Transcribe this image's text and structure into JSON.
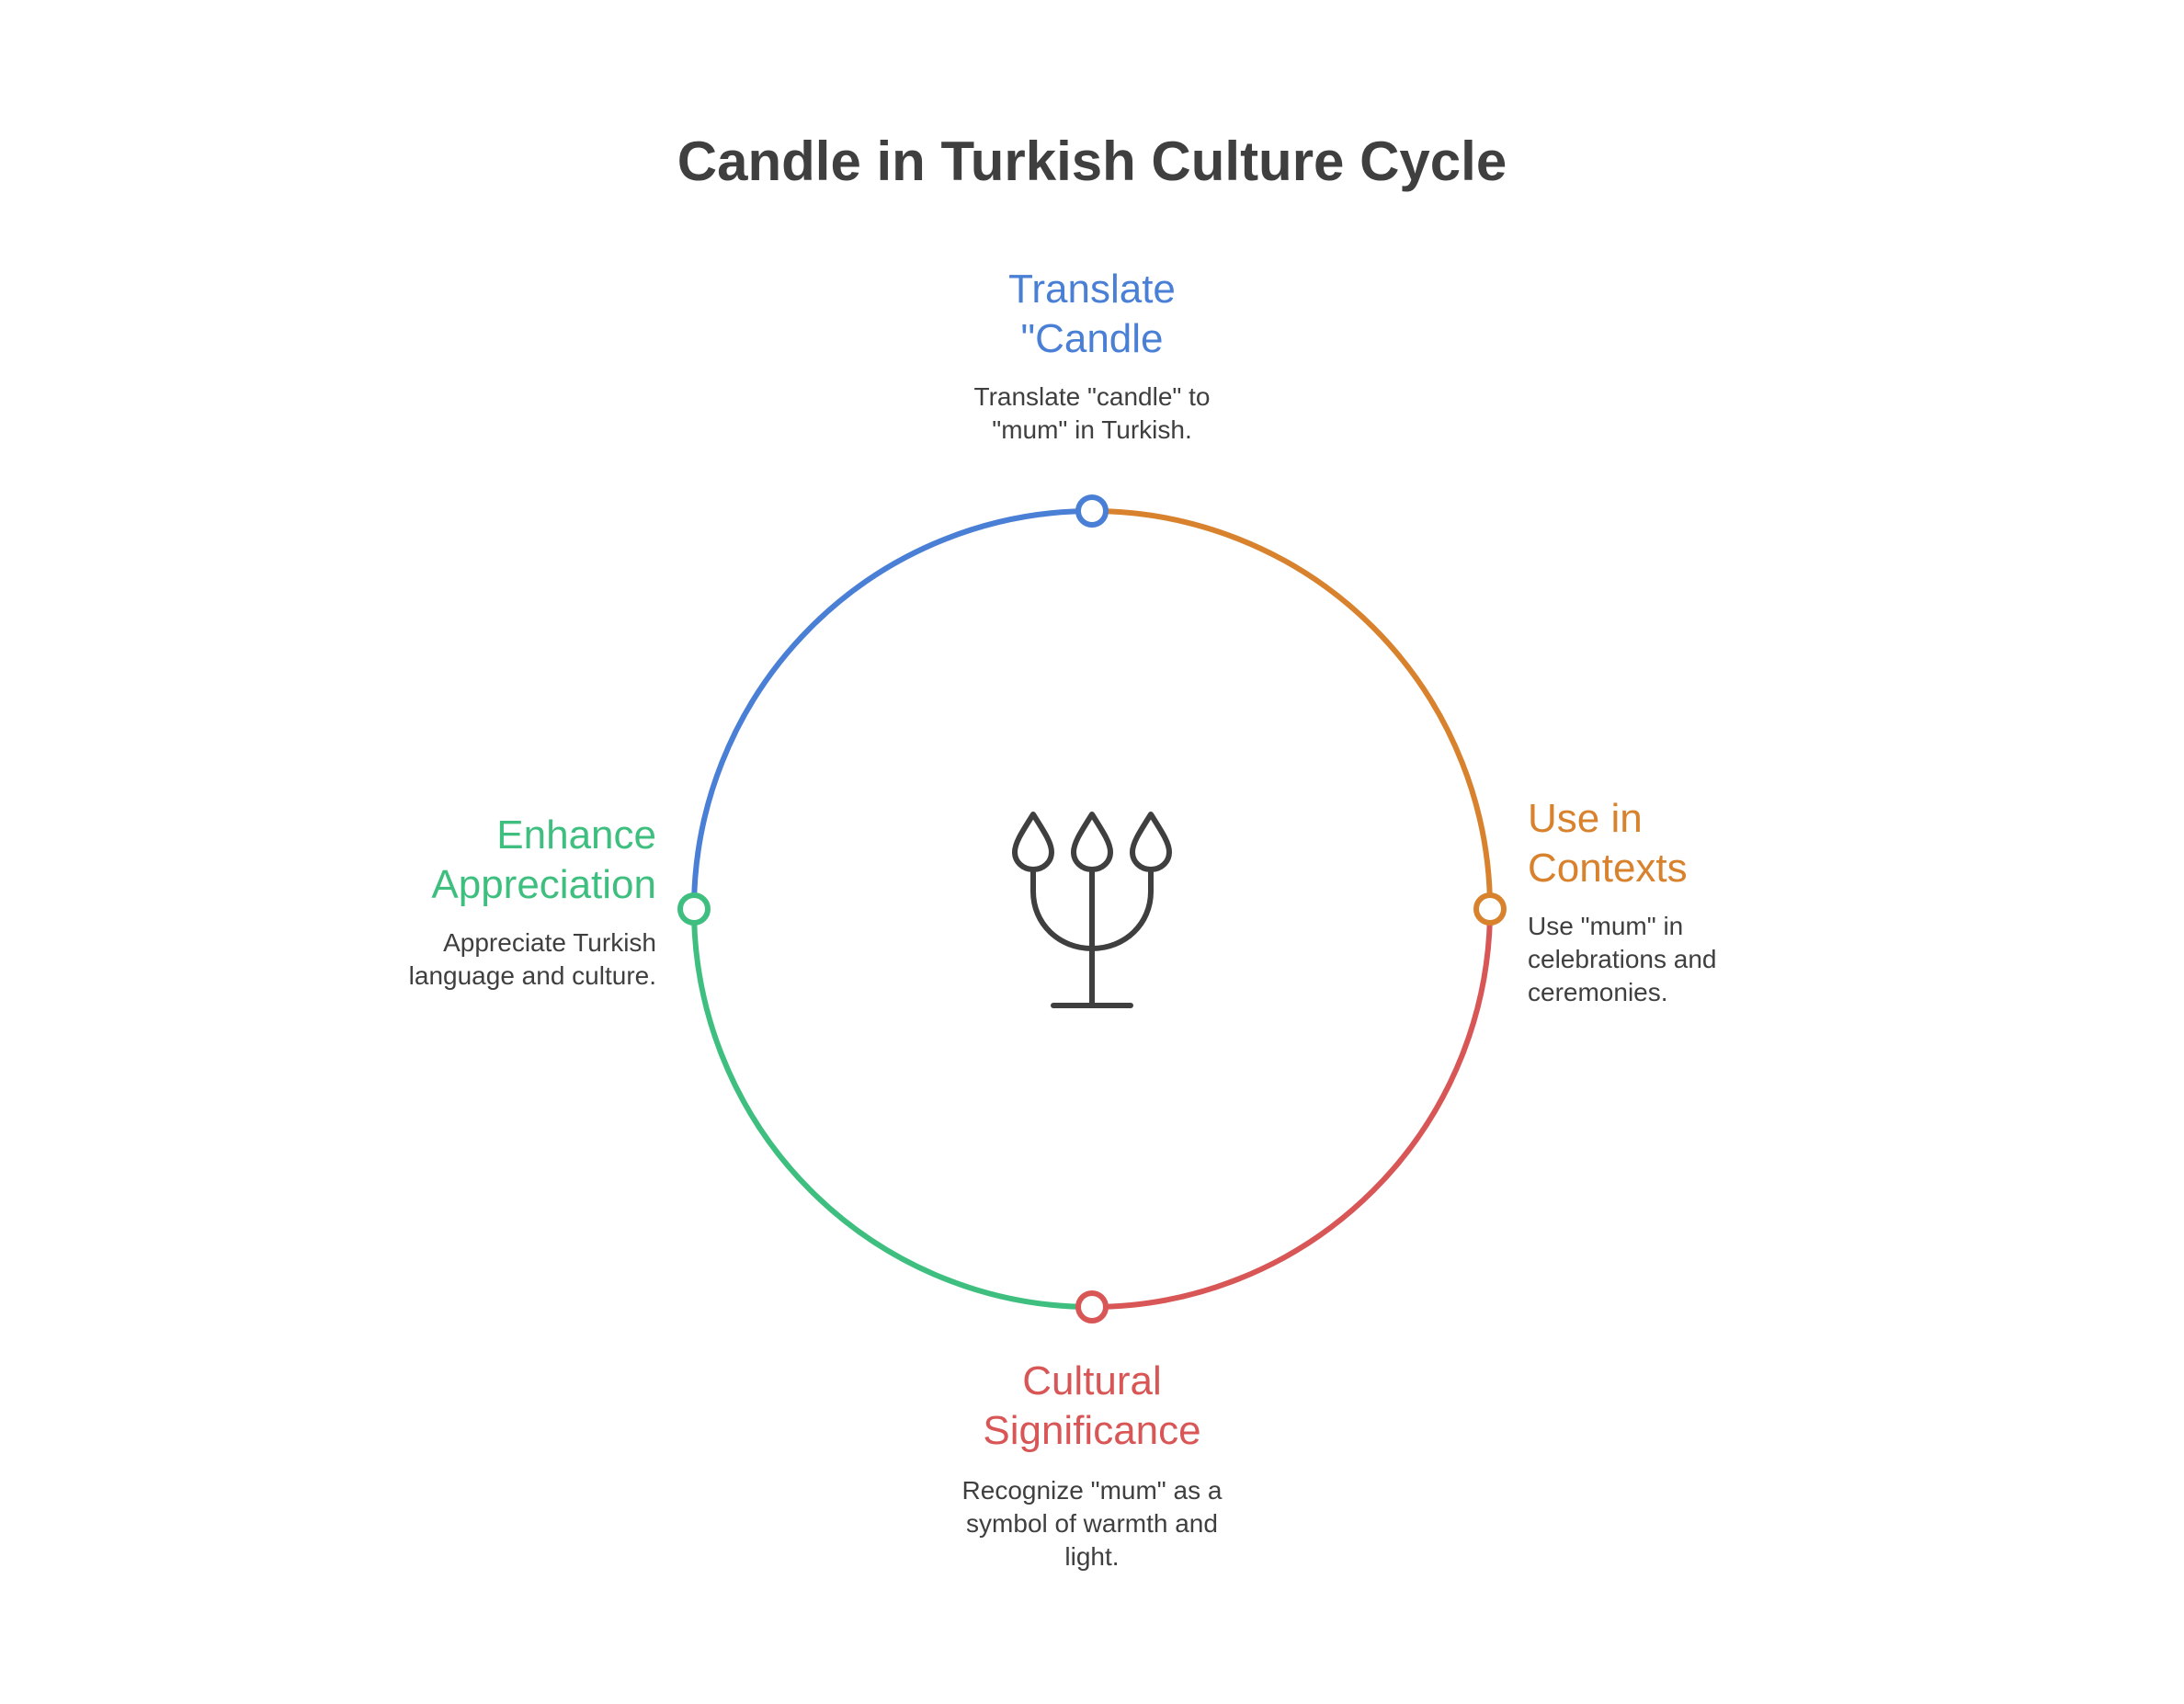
{
  "title": "Candle in Turkish Culture Cycle",
  "colors": {
    "blue": "#4a7fd6",
    "orange": "#d8822e",
    "red": "#d85656",
    "green": "#3fbf7f",
    "text": "#3f3f3f"
  },
  "center_icon": "candelabra-icon",
  "steps": [
    {
      "title": "Translate\n\"Candle",
      "description": "Translate \"candle\" to\n\"mum\" in Turkish.",
      "color": "#4a7fd6"
    },
    {
      "title": "Use in\nContexts",
      "description": "Use \"mum\" in\ncelebrations and\nceremonies.",
      "color": "#d8822e"
    },
    {
      "title": "Cultural\nSignificance",
      "description": "Recognize \"mum\" as a\nsymbol of warmth and\nlight.",
      "color": "#d85656"
    },
    {
      "title": "Enhance\nAppreciation",
      "description": "Appreciate Turkish\nlanguage and culture.",
      "color": "#3fbf7f"
    }
  ]
}
